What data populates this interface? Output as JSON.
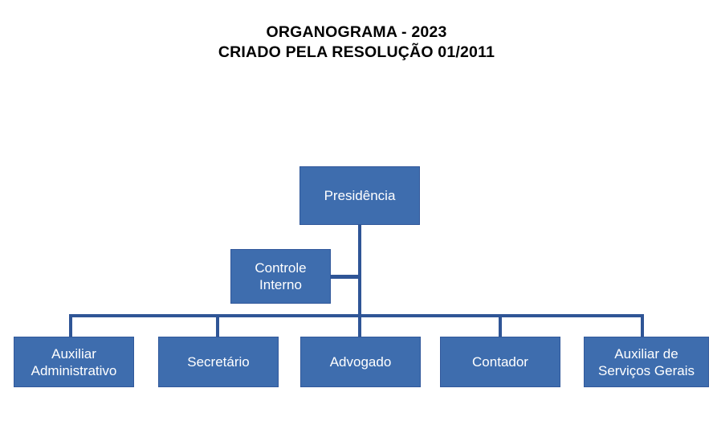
{
  "chart_data": {
    "type": "diagram",
    "diagram_kind": "organizational-chart",
    "title": "ORGANOGRAMA - 2023\nCRIADO PELA RESOLUÇÃO 01/2011",
    "colors": {
      "node_fill": "#3E6DAE",
      "node_border": "#31589B",
      "node_text": "#FFFFFF",
      "connector": "#2F5596",
      "title_text": "#000000",
      "background": "#FFFFFF"
    },
    "nodes": [
      {
        "id": "presidencia",
        "label": "Presidência",
        "level": 0,
        "parent": null
      },
      {
        "id": "controle-interno",
        "label": "Controle\nInterno",
        "level": 1,
        "parent": "presidencia",
        "attachment": "staff-side-branch"
      },
      {
        "id": "auxiliar-administrativo",
        "label": "Auxiliar\nAdministrativo",
        "level": 2,
        "parent": "presidencia"
      },
      {
        "id": "secretario",
        "label": "Secretário",
        "level": 2,
        "parent": "presidencia"
      },
      {
        "id": "advogado",
        "label": "Advogado",
        "level": 2,
        "parent": "presidencia"
      },
      {
        "id": "contador",
        "label": "Contador",
        "level": 2,
        "parent": "presidencia"
      },
      {
        "id": "auxiliar-servicos-gerais",
        "label": "Auxiliar de\nServiços Gerais",
        "level": 2,
        "parent": "presidencia"
      }
    ],
    "edges": [
      {
        "from": "presidencia",
        "to": "controle-interno"
      },
      {
        "from": "presidencia",
        "to": "auxiliar-administrativo"
      },
      {
        "from": "presidencia",
        "to": "secretario"
      },
      {
        "from": "presidencia",
        "to": "advogado"
      },
      {
        "from": "presidencia",
        "to": "contador"
      },
      {
        "from": "presidencia",
        "to": "auxiliar-servicos-gerais"
      }
    ]
  },
  "header": {
    "title_line_1": "ORGANOGRAMA - 2023",
    "title_line_2": "CRIADO PELA RESOLUÇÃO 01/2011"
  },
  "chart": {
    "root": {
      "label": "Presidência"
    },
    "staff": {
      "label": "Controle\nInterno"
    },
    "subordinates": [
      {
        "label": "Auxiliar\nAdministrativo"
      },
      {
        "label": "Secretário"
      },
      {
        "label": "Advogado"
      },
      {
        "label": "Contador"
      },
      {
        "label": "Auxiliar de\nServiços Gerais"
      }
    ]
  }
}
